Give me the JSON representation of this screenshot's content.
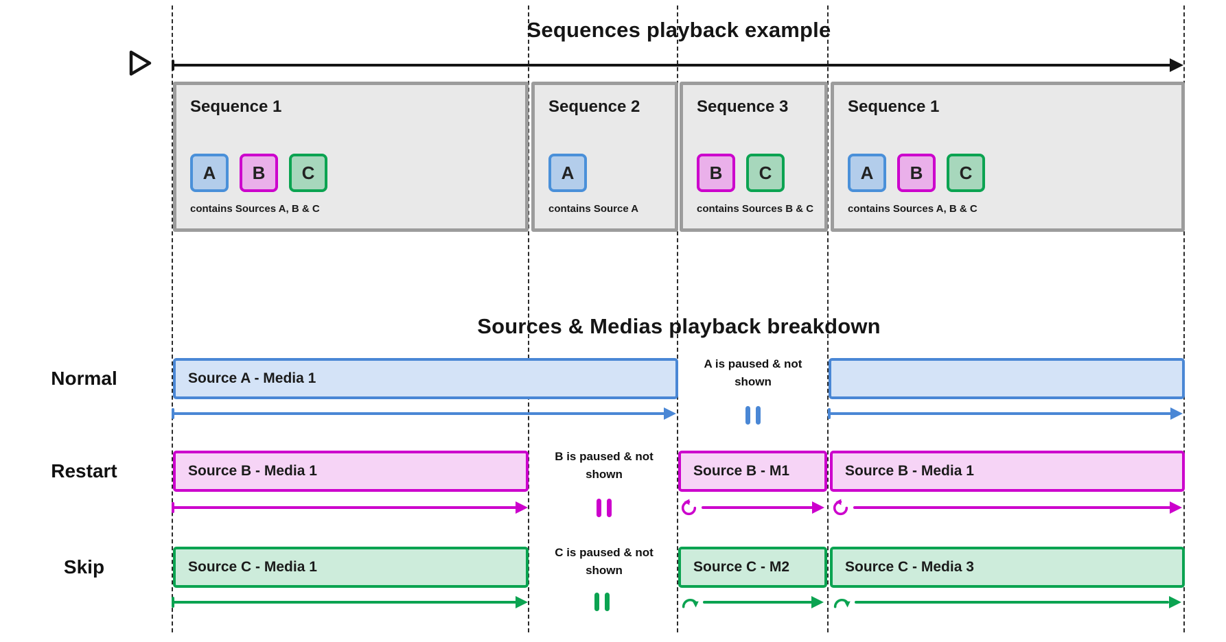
{
  "titles": {
    "sequences": "Sequences playback example",
    "breakdown": "Sources & Medias playback breakdown"
  },
  "colors": {
    "source_a_blue": "#4a87d5",
    "source_a_fill": "#d4e3f7",
    "source_b_magenta": "#cc00cc",
    "source_b_fill": "#f6d4f6",
    "source_c_green": "#0ba351",
    "source_c_fill": "#cdecdb",
    "sequence_box_fill": "#e9e9e9",
    "sequence_box_border": "#9c9c9c",
    "timeline_black": "#151515"
  },
  "sequences": [
    {
      "title": "Sequence 1",
      "sources": [
        "A",
        "B",
        "C"
      ],
      "caption": "contains Sources A, B & C"
    },
    {
      "title": "Sequence 2",
      "sources": [
        "A"
      ],
      "caption": "contains Source A"
    },
    {
      "title": "Sequence 3",
      "sources": [
        "B",
        "C"
      ],
      "caption": "contains Sources B & C"
    },
    {
      "title": "Sequence 1",
      "sources": [
        "A",
        "B",
        "C"
      ],
      "caption": "contains Sources A, B & C"
    }
  ],
  "breakdown": {
    "rows": [
      {
        "label": "Normal",
        "note": "A is paused & not shown",
        "segments": [
          "Source A - Media 1",
          ""
        ]
      },
      {
        "label": "Restart",
        "note": "B is paused & not shown",
        "segments": [
          "Source B - Media 1",
          "Source B - M1",
          "Source B - Media 1"
        ]
      },
      {
        "label": "Skip",
        "note": "C is paused & not shown",
        "segments": [
          "Source C - Media 1",
          "Source C - M2",
          "Source C - Media 3"
        ]
      }
    ]
  }
}
